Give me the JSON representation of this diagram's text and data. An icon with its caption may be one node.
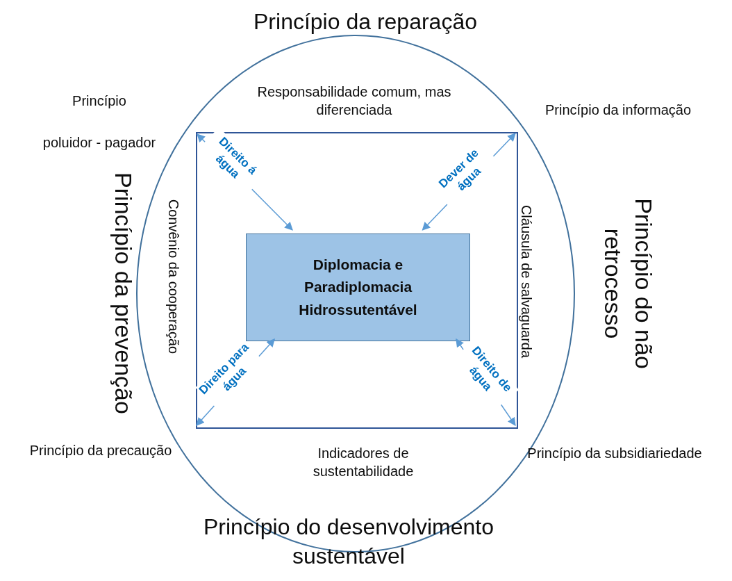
{
  "diagram": {
    "nodes": [
      {
        "text": [],
        "shape": "circle"
      },
      {
        "text": [],
        "shape": "box",
        "in": 0
      },
      {
        "text": [
          "Diplomacia e Paradiplomacia Hidrossutentável"
        ],
        "in": 1
      }
    ],
    "edges": [
      {
        "from": 2,
        "to": null,
        "arrow": "both",
        "label": "Direito á água"
      },
      {
        "from": 2,
        "to": null,
        "arrow": "both",
        "label": "Dever de água"
      },
      {
        "from": 2,
        "to": null,
        "arrow": "both",
        "label": "Direito para água"
      },
      {
        "from": 2,
        "to": null,
        "arrow": "both",
        "label": "Direito de água"
      }
    ],
    "labels": [
      "Princípio da reparação",
      "Princípio",
      "Responsabilidade comum, mas diferenciada",
      "Princípio da informação",
      "poluidor - pagador",
      "Princípio da prevenção",
      "Convênio da cooperação",
      "Cláusula de salvaguarda",
      "Princípio do não retrocesso",
      "Princípio da precaução",
      "Indicadores de sustentabilidade",
      "Princípio da subsidiariedade",
      "Princípio do desenvolvimento sustentável"
    ]
  }
}
